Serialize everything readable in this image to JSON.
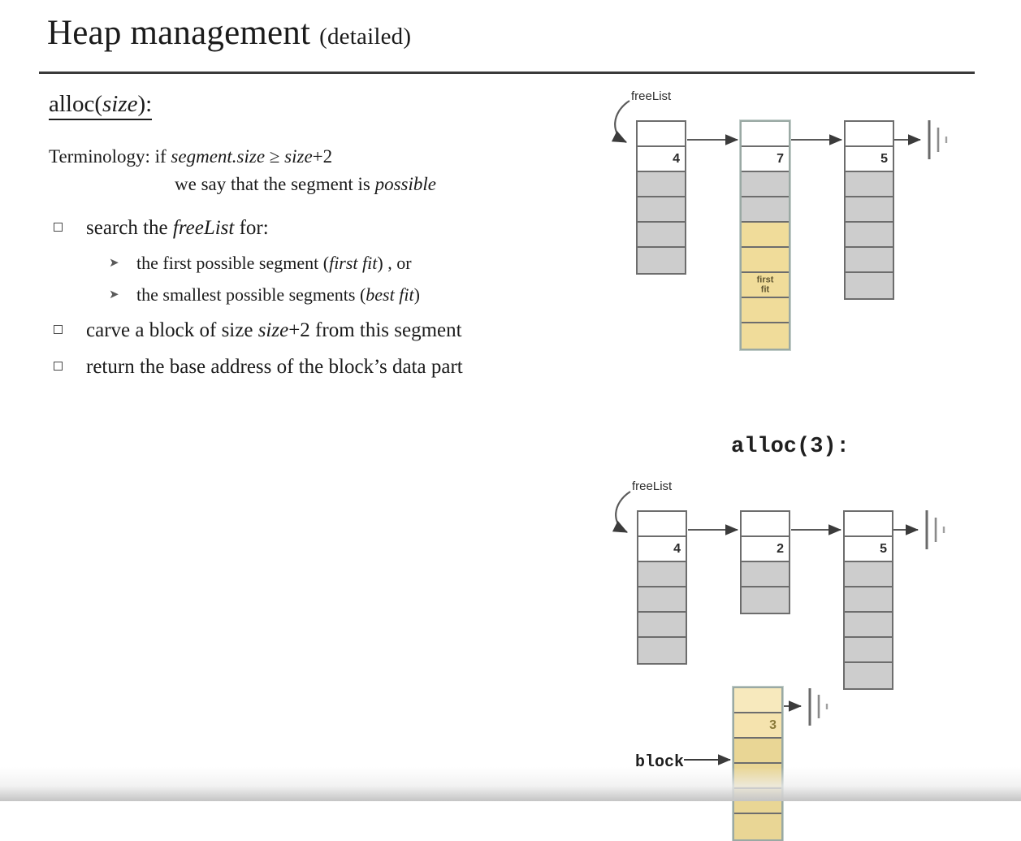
{
  "slide": {
    "title_main": "Heap management",
    "title_sub": "(detailed)"
  },
  "content": {
    "alloc_heading_pre": "alloc(",
    "alloc_heading_arg": "size",
    "alloc_heading_post": "):",
    "terminology_line1_pre": "Terminology: if ",
    "terminology_line1_cond": "segment.size",
    "terminology_line1_op": " ≥ ",
    "terminology_line1_rhs": "size",
    "terminology_line1_tail": "+2",
    "terminology_line2_pre": "we say that the segment is ",
    "terminology_line2_em": "possible",
    "bullets": [
      {
        "text_pre": "search the ",
        "text_em": "freeList",
        "text_post": " for:",
        "sub": [
          {
            "pre": "the first possible segment (",
            "em": "first fit",
            "post": ") , or"
          },
          {
            "pre": "the smallest possible segments (",
            "em": "best fit",
            "post": ")"
          }
        ]
      },
      {
        "text_pre": "carve a block of size ",
        "text_em": "size",
        "text_post": "+2 from this segment",
        "sub": []
      },
      {
        "text_pre": "return the base address of the block’s data part",
        "text_em": "",
        "text_post": "",
        "sub": []
      }
    ]
  },
  "diagrams": {
    "top": {
      "freelist_label": "freeList",
      "nodes": [
        {
          "size": "4",
          "data_cells": 4,
          "kind": "plain",
          "highlight_from": null,
          "fit_label": ""
        },
        {
          "size": "7",
          "data_cells": 7,
          "kind": "plain",
          "highlight_from": 2,
          "fit_label": "first\nfit"
        },
        {
          "size": "5",
          "data_cells": 5,
          "kind": "plain",
          "highlight_from": null,
          "fit_label": ""
        }
      ]
    },
    "bottom": {
      "title": "alloc(3):",
      "freelist_label": "freeList",
      "block_label": "block",
      "nodes": [
        {
          "size": "4",
          "data_cells": 4,
          "kind": "plain"
        },
        {
          "size": "2",
          "data_cells": 2,
          "kind": "plain"
        },
        {
          "size": "5",
          "data_cells": 5,
          "kind": "plain"
        }
      ],
      "carved_block": {
        "size": "3",
        "data_cells": 4,
        "kind": "yellow"
      }
    }
  },
  "colors": {
    "data_cell_gray": "#cdcdcd",
    "highlight_yellow": "#f0dc9a",
    "block_yellow": "#e9d695",
    "cell_border": "#6d6d6d",
    "text": "#1b1b1b"
  }
}
